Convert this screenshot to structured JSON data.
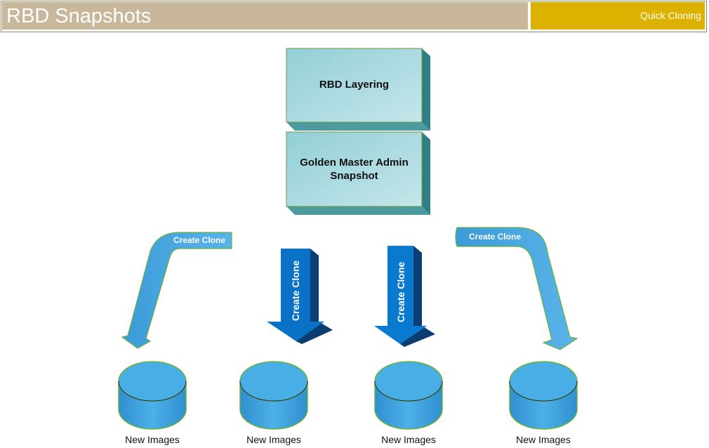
{
  "header": {
    "title": "RBD Snapshots",
    "section": "Quick Cloning"
  },
  "boxes": {
    "layering": "RBD Layering",
    "golden_line1": "Golden Master Admin",
    "golden_line2": "Snapshot"
  },
  "arrows": {
    "left_curved": "Create Clone",
    "mid_left": "Create Clone",
    "mid_right": "Create Clone",
    "right_curved": "Create Clone"
  },
  "databases": [
    {
      "label": "New Images"
    },
    {
      "label": "New Images"
    },
    {
      "label": "New Images"
    },
    {
      "label": "New Images"
    }
  ],
  "colors": {
    "title_bar": "#c8b79a",
    "accent_bar": "#ddb100",
    "box_fill": "#a9d6dc",
    "arrow_light": "#4aa8dc",
    "arrow_dark": "#0a6ec0",
    "cylinder": "#3fa0dc"
  }
}
